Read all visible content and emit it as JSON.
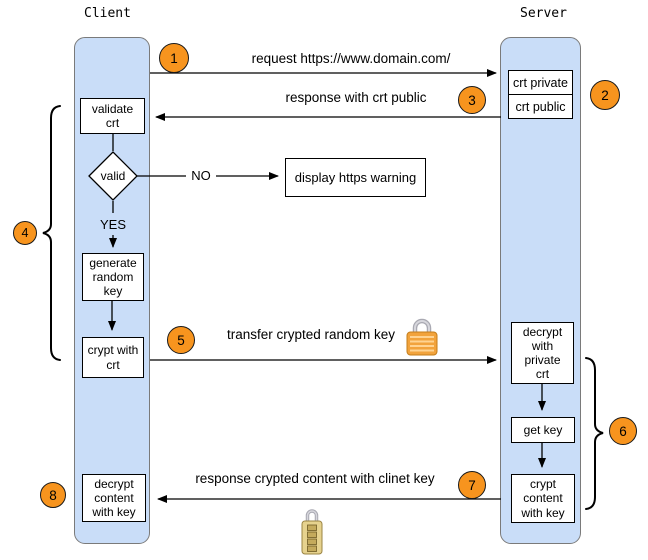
{
  "palette": {
    "lifeline_fill": "#c9ddf8",
    "lifeline_border": "#7a7a7a",
    "badge_fill": "#f7941e",
    "badge_border": "#1a1a1a",
    "box_border": "#000000",
    "line_color": "#000000",
    "lock_gold": "#f2a33c",
    "lock_pale_gold": "#e6d28e",
    "lock_shackle_silver": "#a9a9b2"
  },
  "actors": {
    "client": "Client",
    "server": "Server"
  },
  "badges": {
    "b1": "1",
    "b2": "2",
    "b3": "3",
    "b4": "4",
    "b5": "5",
    "b6": "6",
    "b7": "7",
    "b8": "8"
  },
  "messages": {
    "m1": "request https://www.domain.com/",
    "m3": "response with crt public",
    "m5": "transfer crypted random key",
    "m7": "response crypted content with clinet key"
  },
  "client_nodes": {
    "validate_crt": "validate\ncrt",
    "valid": "valid",
    "generate_key": "generate\nrandom\nkey",
    "crypt_with_crt": "crypt with\ncrt",
    "decrypt_content": "decrypt\ncontent\nwith key"
  },
  "server_nodes": {
    "crt_private": "crt private",
    "crt_public": "crt public",
    "decrypt_private": "decrypt\nwith\nprivate\ncrt",
    "get_key": "get key",
    "crypt_content": "crypt\ncontent\nwith key"
  },
  "branch": {
    "no_label": "NO",
    "yes_label": "YES",
    "warning": "display https warning"
  },
  "icons": {
    "lock_closed": "padlock-icon",
    "lock_combination": "combination-lock-icon"
  }
}
